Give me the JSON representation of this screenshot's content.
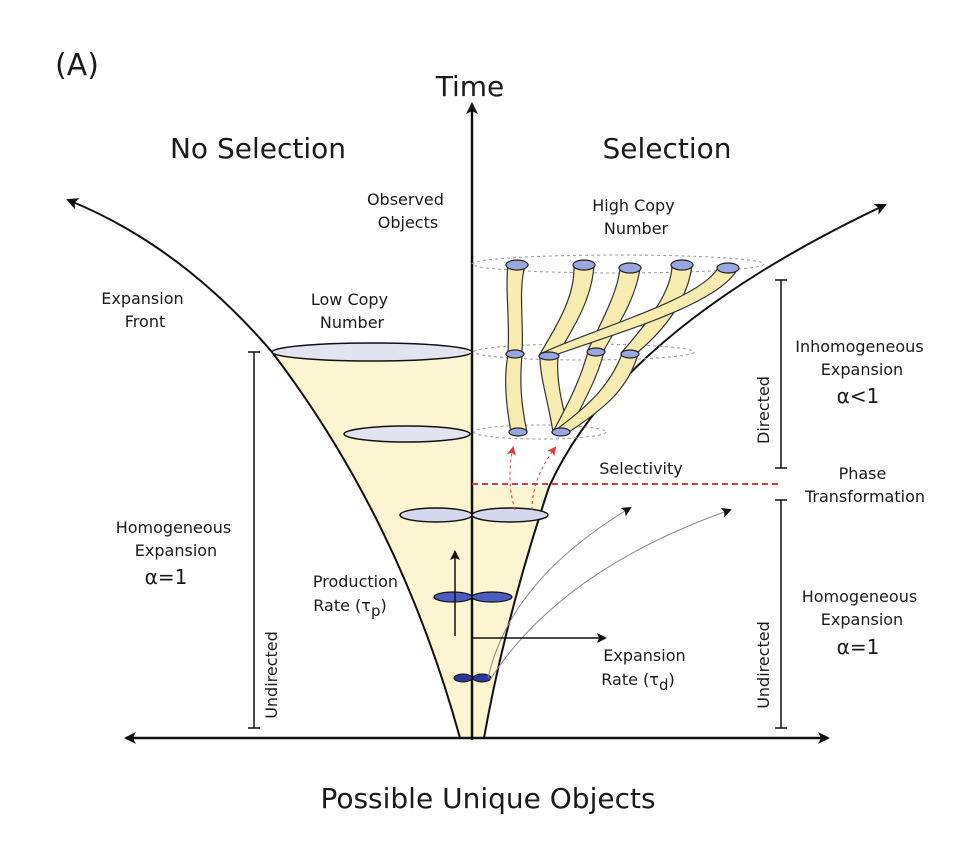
{
  "panel_label": "(A)",
  "axes": {
    "y_label": "Time",
    "x_label": "Possible Unique Objects"
  },
  "headers": {
    "left": "No Selection",
    "right": "Selection"
  },
  "labels": {
    "observed_objects": [
      "Observed",
      "Objects"
    ],
    "high_copy_number": [
      "High Copy",
      "Number"
    ],
    "low_copy_number": [
      "Low Copy",
      "Number"
    ],
    "expansion_front": [
      "Expansion",
      "Front"
    ],
    "selectivity": "Selectivity",
    "phase_transformation": [
      "Phase",
      "Transformation"
    ],
    "production_rate": "Production",
    "production_rate_2": "Rate (τ",
    "production_rate_sub": "p",
    "expansion_rate": "Expansion",
    "expansion_rate_2": "Rate (τ",
    "expansion_rate_sub": "d"
  },
  "left_side": {
    "regime": [
      "Homogeneous",
      "Expansion"
    ],
    "alpha": "α=1",
    "bracket_label": "Undirected"
  },
  "right_side": {
    "upper_regime": [
      "Inhomogeneous",
      "Expansion"
    ],
    "upper_alpha": "α<1",
    "upper_bracket_label": "Directed",
    "lower_regime": [
      "Homogeneous",
      "Expansion"
    ],
    "lower_alpha": "α=1",
    "lower_bracket_label": "Undirected"
  },
  "colors": {
    "line": "#111111",
    "funnel_fill": "#fbf5d2",
    "disc_fill": "#e2e4f2",
    "disc_dark": "#2a3a9a",
    "tube_fill": "#f7ecb0",
    "selectivity_line": "#e03a3a",
    "guide_gray": "#999999"
  }
}
